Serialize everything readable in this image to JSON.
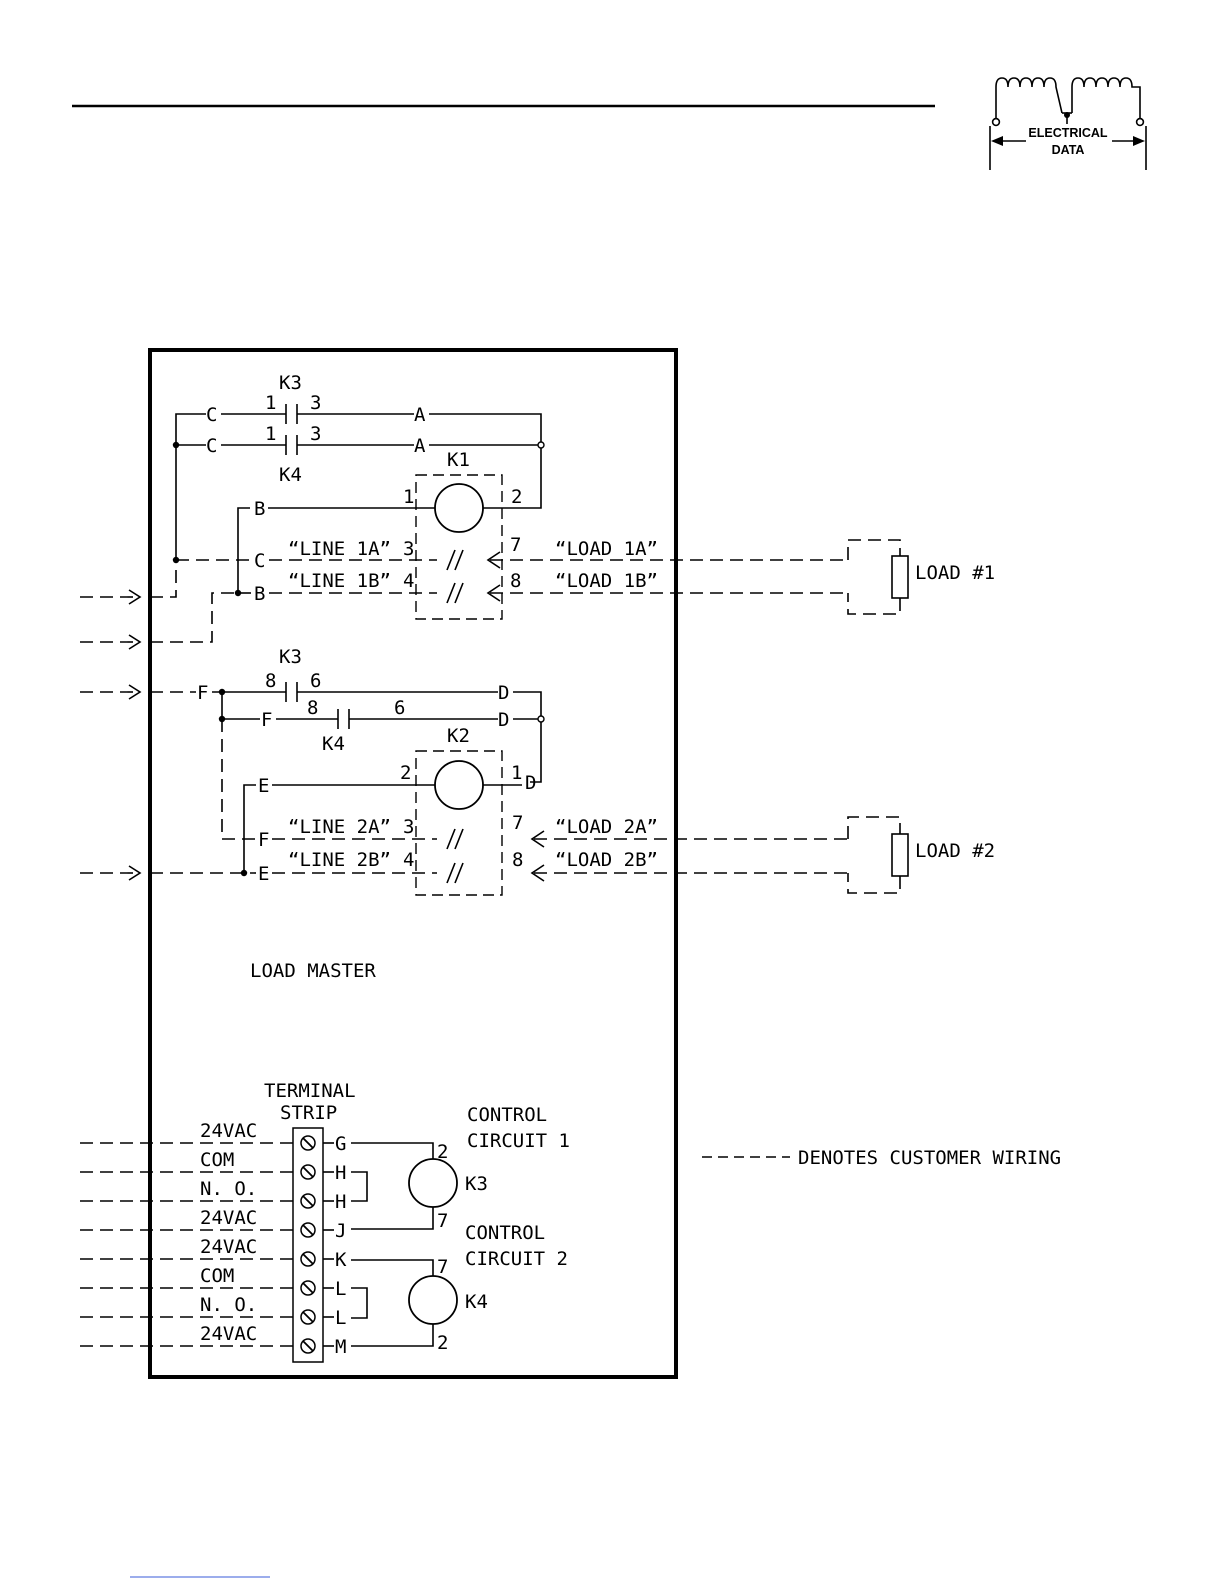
{
  "header": {
    "badge_line1": "ELECTRICAL",
    "badge_line2": "DATA"
  },
  "panel": {
    "title": "LOAD MASTER"
  },
  "circuit1": {
    "relay_top": "K3",
    "relay_bottom": "K4",
    "coil": "K1",
    "term_c": "C",
    "term_a": "A",
    "term_b": "B",
    "pin1": "1",
    "pin2": "2",
    "pin3": "3",
    "pin4": "4",
    "pin7": "7",
    "pin8": "8",
    "line_a": "“LINE 1A”",
    "line_b": "“LINE 1B”",
    "load_a": "“LOAD 1A”",
    "load_b": "“LOAD 1B”",
    "load_label": "LOAD #1"
  },
  "circuit2": {
    "relay_top": "K3",
    "relay_bottom": "K4",
    "coil": "K2",
    "term_f": "F",
    "term_d": "D",
    "term_e": "E",
    "pin1": "1",
    "pin2": "2",
    "pin3": "3",
    "pin4": "4",
    "pin6": "6",
    "pin7": "7",
    "pin8": "8",
    "line_a": "“LINE 2A”",
    "line_b": "“LINE 2B”",
    "load_a": "“LOAD 2A”",
    "load_b": "“LOAD 2B”",
    "load_label": "LOAD #2"
  },
  "terminal_strip": {
    "title_line1": "TERMINAL",
    "title_line2": "STRIP",
    "rows": [
      {
        "wire": "24VAC",
        "term": "G"
      },
      {
        "wire": "COM",
        "term": "H"
      },
      {
        "wire": "N. O.",
        "term": "H"
      },
      {
        "wire": "24VAC",
        "term": "J"
      },
      {
        "wire": "24VAC",
        "term": "K"
      },
      {
        "wire": "COM",
        "term": "L"
      },
      {
        "wire": "N. O.",
        "term": "L"
      },
      {
        "wire": "24VAC",
        "term": "M"
      }
    ]
  },
  "control1": {
    "title_line1": "CONTROL",
    "title_line2": "CIRCUIT 1",
    "relay": "K3",
    "pin_top": "2",
    "pin_bottom": "7"
  },
  "control2": {
    "title_line1": "CONTROL",
    "title_line2": "CIRCUIT 2",
    "relay": "K4",
    "pin_top": "7",
    "pin_bottom": "2"
  },
  "legend": {
    "text": "DENOTES CUSTOMER WIRING"
  }
}
